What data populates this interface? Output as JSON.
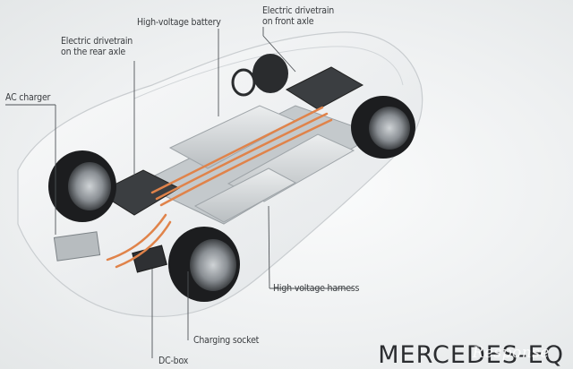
{
  "labels": {
    "high_voltage_battery": "High-voltage battery",
    "front_drivetrain_line1": "Electric drivetrain",
    "front_drivetrain_line2": "on front axle",
    "rear_drivetrain_line1": "Electric drivetrain",
    "rear_drivetrain_line2": "on the rear axle",
    "ac_charger": "AC charger",
    "high_voltage_harness": "High-voltage harness",
    "charging_socket": "Charging socket",
    "dc_box": "DC-box"
  },
  "brand": "MERCEDES-EQ",
  "watermark": "Response",
  "colors": {
    "cable": "#e0834a",
    "leader_line": "#505458",
    "battery": "#d6dadc",
    "tire": "#1c1d1f",
    "rim": "#8a8f94"
  }
}
